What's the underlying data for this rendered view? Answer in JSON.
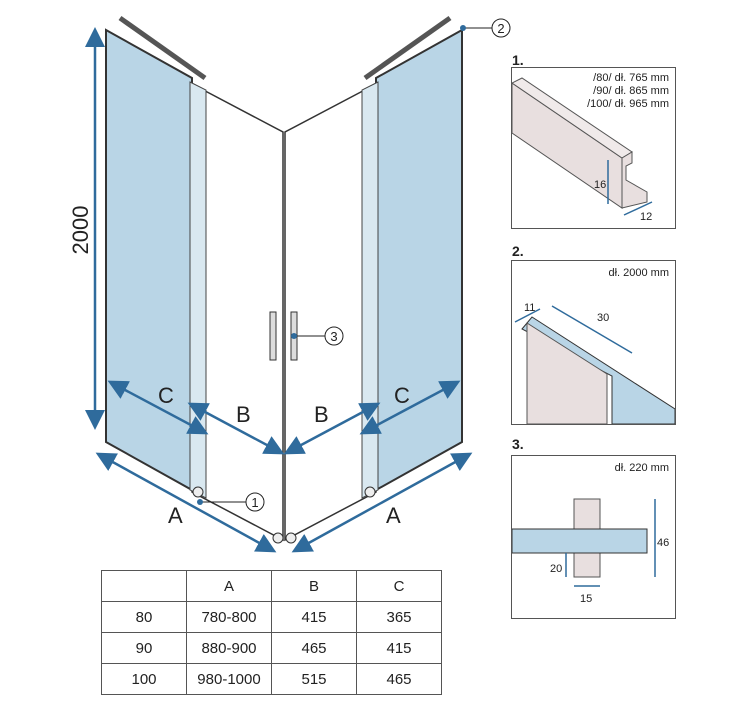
{
  "main": {
    "height_label": "2000",
    "labels": {
      "a_left": "A",
      "a_right": "A",
      "b_left": "B",
      "b_right": "B",
      "c_left": "C",
      "c_right": "C"
    },
    "callouts": [
      "1",
      "2",
      "3"
    ]
  },
  "table": {
    "headers": [
      "",
      "A",
      "B",
      "C"
    ],
    "rows": [
      [
        "80",
        "780-800",
        "415",
        "365"
      ],
      [
        "90",
        "880-900",
        "465",
        "415"
      ],
      [
        "100",
        "980-1000",
        "515",
        "465"
      ]
    ]
  },
  "details": [
    {
      "number": "1.",
      "notes": [
        "/80/ dł. 765 mm",
        "/90/ dł. 865 mm",
        "/100/ dł. 965 mm"
      ],
      "dims": [
        "16",
        "12"
      ]
    },
    {
      "number": "2.",
      "notes": [
        "dł. 2000 mm"
      ],
      "dims": [
        "11",
        "30"
      ]
    },
    {
      "number": "3.",
      "notes": [
        "dł. 220 mm"
      ],
      "dims": [
        "46",
        "20",
        "15"
      ]
    }
  ],
  "colors": {
    "glass": "#b9d5e6",
    "arrow": "#2f6b9c",
    "profile": "#e8dfdf"
  }
}
